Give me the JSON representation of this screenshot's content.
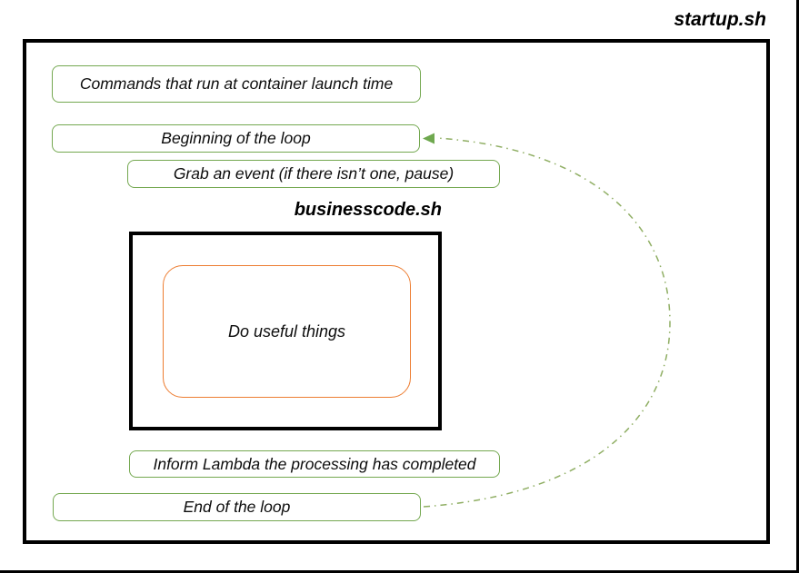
{
  "diagram": {
    "outer_title": "startup.sh",
    "inner_title": "businesscode.sh",
    "steps": [
      {
        "label": "Commands that run at container launch time"
      },
      {
        "label": "Beginning of the loop"
      },
      {
        "label": "Grab an event (if there isn’t one, pause)"
      },
      {
        "label": "Inform Lambda the processing has completed"
      },
      {
        "label": "End of the loop"
      }
    ],
    "inner_body": "Do useful things",
    "connector": {
      "description": "dash-dot loop-back arrow from End of the loop to Beginning of the loop",
      "color": "#8FAE63"
    },
    "colors": {
      "step_border_green": "#74A850",
      "inner_accent_orange": "#ED7D31",
      "frame_black": "#000000"
    }
  }
}
